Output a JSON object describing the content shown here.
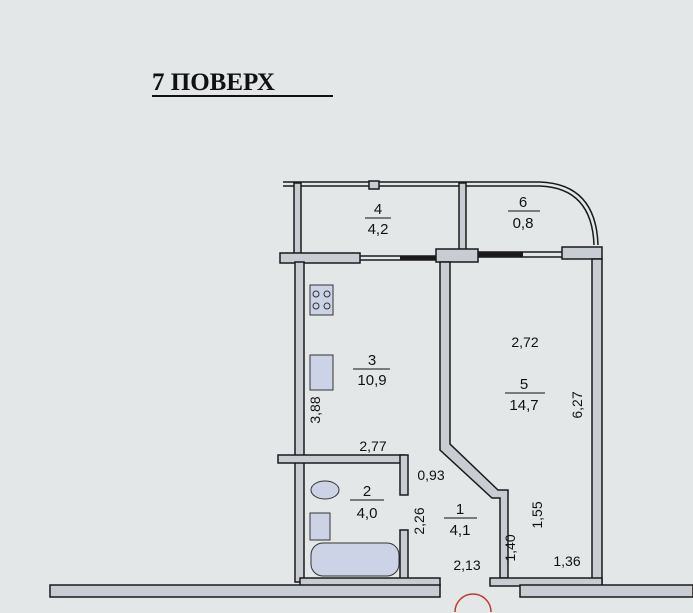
{
  "title": "7 ПОВЕРХ",
  "rooms": [
    {
      "number": "1",
      "area": "4,1"
    },
    {
      "number": "2",
      "area": "4,0"
    },
    {
      "number": "3",
      "area": "10,9"
    },
    {
      "number": "4",
      "area": "4,2"
    },
    {
      "number": "5",
      "area": "14,7"
    },
    {
      "number": "6",
      "area": "0,8"
    }
  ],
  "dimensions": {
    "kitchen_height": "3,88",
    "kitchen_width": "2,77",
    "room5_width": "2,72",
    "room5_height": "6,27",
    "corridor_top": "0,93",
    "bath_height": "2,26",
    "corridor_bottom": "2,13",
    "corridor_side": "1,40",
    "room5_side": "1,55",
    "room5_bottom": "1,36"
  },
  "colors": {
    "background": "#e4e7e8",
    "wall": "#c8ccd3",
    "fixture": "#cdd3e6",
    "door": "#c0392b"
  }
}
